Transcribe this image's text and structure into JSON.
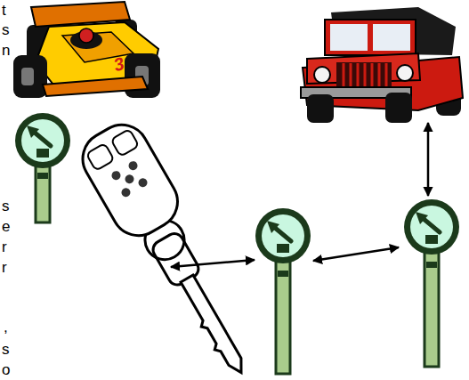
{
  "diagram": {
    "nodes": [
      {
        "text": []
      },
      {
        "text": []
      },
      {
        "text": []
      },
      {
        "text": []
      }
    ],
    "edges": [
      {
        "from": 0,
        "to": 1,
        "arrow": "both"
      },
      {
        "from": 1,
        "to": 2,
        "arrow": "both"
      },
      {
        "from": 2,
        "to": 3,
        "arrow": "both"
      }
    ],
    "labels": [
      "t",
      "s",
      "n",
      "3",
      "s",
      "e",
      "r",
      "r",
      ",",
      "s",
      "o"
    ]
  }
}
